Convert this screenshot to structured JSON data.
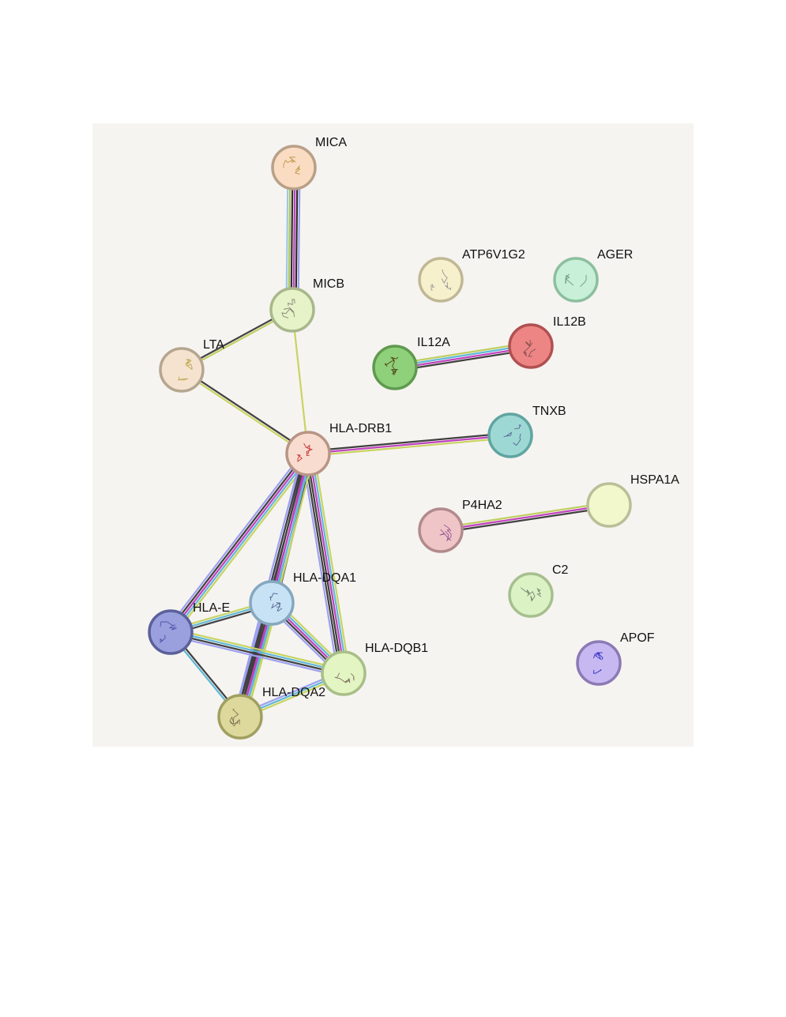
{
  "network": {
    "nodes": [
      {
        "id": "MICA",
        "label": "MICA",
        "fill": "#f9dcc2",
        "ring": "#b8a088",
        "glyph": "#b8903a"
      },
      {
        "id": "MICB",
        "label": "MICB",
        "fill": "#e6f2c8",
        "ring": "#a8b88a",
        "glyph": "#7a7a6a"
      },
      {
        "id": "LTA",
        "label": "LTA",
        "fill": "#f5e2cf",
        "ring": "#b5a690",
        "glyph": "#b8a040"
      },
      {
        "id": "ATP6V1G2",
        "label": "ATP6V1G2",
        "fill": "#f7f0cd",
        "ring": "#c0b894",
        "glyph": "#8a8a8a"
      },
      {
        "id": "AGER",
        "label": "AGER",
        "fill": "#c8f0d8",
        "ring": "#8cbf9f",
        "glyph": "#6a8a7a"
      },
      {
        "id": "IL12A",
        "label": "IL12A",
        "fill": "#8fd07a",
        "ring": "#5f9a4f",
        "glyph": "#4a3a10"
      },
      {
        "id": "IL12B",
        "label": "IL12B",
        "fill": "#ee8585",
        "ring": "#b05050",
        "glyph": "#7a4a4a"
      },
      {
        "id": "HLA-DRB1",
        "label": "HLA-DRB1",
        "fill": "#f9dcd0",
        "ring": "#b89585",
        "glyph": "#c02020"
      },
      {
        "id": "TNXB",
        "label": "TNXB",
        "fill": "#9ed8d4",
        "ring": "#5fa5a0",
        "glyph": "#4a5a8a"
      },
      {
        "id": "P4HA2",
        "label": "P4HA2",
        "fill": "#f0c5c8",
        "ring": "#b28a8c",
        "glyph": "#8a4a8a"
      },
      {
        "id": "HSPA1A",
        "label": "HSPA1A",
        "fill": "#f2f7cc",
        "ring": "#b9bf98",
        "glyph": "#f2f7cc"
      },
      {
        "id": "C2",
        "label": "C2",
        "fill": "#dbf2c4",
        "ring": "#a6bf8e",
        "glyph": "#6a7a6a"
      },
      {
        "id": "APOF",
        "label": "APOF",
        "fill": "#c8b8f2",
        "ring": "#8c7ab5",
        "glyph": "#2020c0"
      },
      {
        "id": "HLA-DQA1",
        "label": "HLA-DQA1",
        "fill": "#c8e2f5",
        "ring": "#85a8c0",
        "glyph": "#4a5a8a"
      },
      {
        "id": "HLA-E",
        "label": "HLA-E",
        "fill": "#9aa0de",
        "ring": "#5a609a",
        "glyph": "#4a4aa0"
      },
      {
        "id": "HLA-DQB1",
        "label": "HLA-DQB1",
        "fill": "#e2f5c2",
        "ring": "#a8bf88",
        "glyph": "#7a6a5a"
      },
      {
        "id": "HLA-DQA2",
        "label": "HLA-DQA2",
        "fill": "#ddd89c",
        "ring": "#a0a060",
        "glyph": "#7a6a4a"
      }
    ],
    "edges": [
      {
        "source": "MICA",
        "target": "MICB",
        "evidence": [
          "#9ca0f0",
          "#2a2a2a",
          "#c040c0",
          "#303030",
          "#a8c860",
          "#a0c8e0"
        ]
      },
      {
        "source": "MICB",
        "target": "LTA",
        "evidence": [
          "#bfcf60",
          "#404040"
        ]
      },
      {
        "source": "MICB",
        "target": "HLA-DRB1",
        "evidence": [
          "#c8d460"
        ]
      },
      {
        "source": "LTA",
        "target": "HLA-DRB1",
        "evidence": [
          "#404040",
          "#c8d460"
        ]
      },
      {
        "source": "IL12A",
        "target": "IL12B",
        "evidence": [
          "#bfcf60",
          "#60b8d8",
          "#c040c0",
          "#404040"
        ]
      },
      {
        "source": "HLA-DRB1",
        "target": "TNXB",
        "evidence": [
          "#404040",
          "#c040c0",
          "#c8d460"
        ]
      },
      {
        "source": "P4HA2",
        "target": "HSPA1A",
        "evidence": [
          "#bfcf60",
          "#c040c0",
          "#404040"
        ]
      },
      {
        "source": "HLA-DRB1",
        "target": "HLA-E",
        "evidence": [
          "#c8d460",
          "#60b8d8",
          "#c040c0",
          "#404040",
          "#9ca0f0"
        ]
      },
      {
        "source": "HLA-DRB1",
        "target": "HLA-DQA1",
        "evidence": [
          "#404040",
          "#60b8d8",
          "#c040c0",
          "#404040",
          "#9ca0f0"
        ]
      },
      {
        "source": "HLA-DRB1",
        "target": "HLA-DQB1",
        "evidence": [
          "#c8d460",
          "#60b8d8",
          "#c040c0",
          "#404040",
          "#404040",
          "#9ca0f0"
        ]
      },
      {
        "source": "HLA-DRB1",
        "target": "HLA-DQA2",
        "evidence": [
          "#c8d460",
          "#60b8d8",
          "#c040c0",
          "#404040",
          "#404040",
          "#9ca0f0"
        ]
      },
      {
        "source": "HLA-DQA1",
        "target": "HLA-E",
        "evidence": [
          "#404040",
          "#60b8d8",
          "#c8d460"
        ]
      },
      {
        "source": "HLA-DQA1",
        "target": "HLA-DQB1",
        "evidence": [
          "#c8d460",
          "#60b8d8",
          "#c040c0",
          "#404040",
          "#9ca0f0"
        ]
      },
      {
        "source": "HLA-DQA1",
        "target": "HLA-DQA2",
        "evidence": [
          "#c8d460",
          "#60b8d8",
          "#c040c0",
          "#404040",
          "#404040",
          "#9ca0f0"
        ]
      },
      {
        "source": "HLA-E",
        "target": "HLA-DQB1",
        "evidence": [
          "#c8d460",
          "#60b8d8",
          "#404040",
          "#9ca0f0"
        ]
      },
      {
        "source": "HLA-E",
        "target": "HLA-DQA2",
        "evidence": [
          "#404040",
          "#60b8d8"
        ]
      },
      {
        "source": "HLA-DQB1",
        "target": "HLA-DQA2",
        "evidence": [
          "#c8d460",
          "#60b8d8",
          "#9ca0f0"
        ]
      }
    ]
  }
}
